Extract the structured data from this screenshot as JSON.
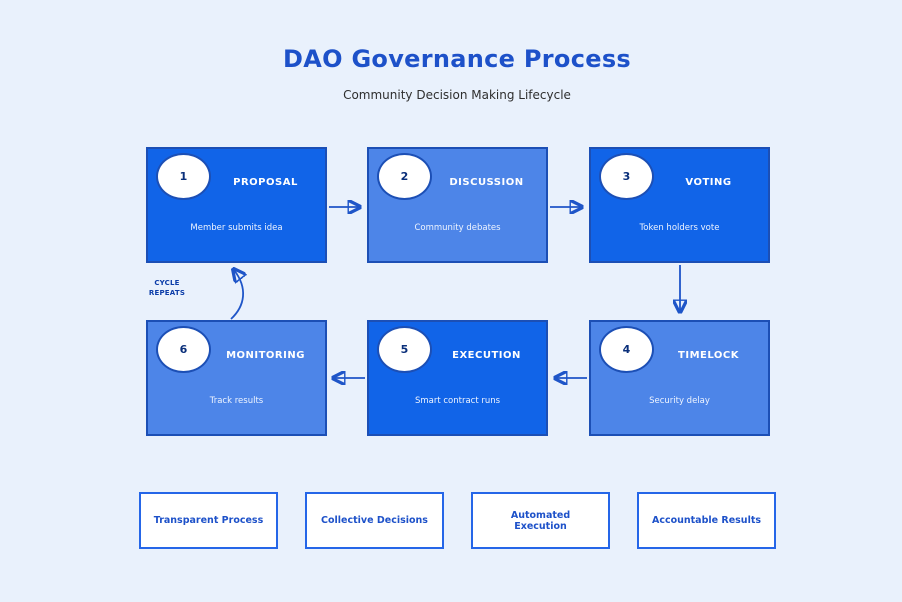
{
  "header": {
    "title": "DAO Governance Process",
    "subtitle": "Community Decision Making Lifecycle"
  },
  "cycle_label": "CYCLE REPEATS",
  "steps": [
    {
      "number": "1",
      "label": "PROPOSAL",
      "description": "Member submits idea"
    },
    {
      "number": "2",
      "label": "DISCUSSION",
      "description": "Community debates"
    },
    {
      "number": "3",
      "label": "VOTING",
      "description": "Token holders vote"
    },
    {
      "number": "4",
      "label": "TIMELOCK",
      "description": "Security delay"
    },
    {
      "number": "5",
      "label": "EXECUTION",
      "description": "Smart contract runs"
    },
    {
      "number": "6",
      "label": "MONITORING",
      "description": "Track results"
    }
  ],
  "footer": {
    "items": [
      "Transparent Process",
      "Collective Decisions",
      "Automated Execution",
      "Accountable Results"
    ]
  },
  "colors": {
    "background": "#e9f1fc",
    "node_dark": "#1164e8",
    "node_light": "#4d85e8",
    "node_border": "#1c4fb5",
    "arrow": "#1e55c8",
    "title_text": "#1d51c9",
    "footer_border": "#2566e8",
    "badge_text": "#0a2f7a"
  }
}
